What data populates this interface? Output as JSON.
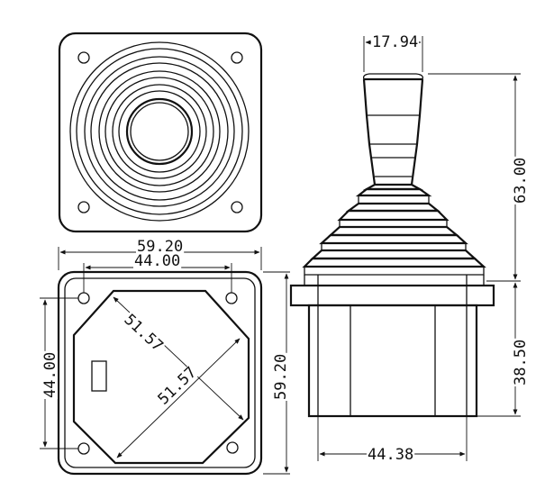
{
  "drawing": {
    "colors": {
      "ink": "#111111",
      "paper": "#ffffff"
    },
    "dimensions": {
      "handle_top_width": "17.94",
      "handle_height": "63.00",
      "base_height": "38.50",
      "base_width": "44.38",
      "plate_width": "59.20",
      "hole_spacing_horizontal": "44.00",
      "hole_spacing_vertical": "44.00",
      "plate_height": "59.20",
      "octagon_diagonal_upper": "51.57",
      "octagon_diagonal_lower": "51.57"
    }
  }
}
